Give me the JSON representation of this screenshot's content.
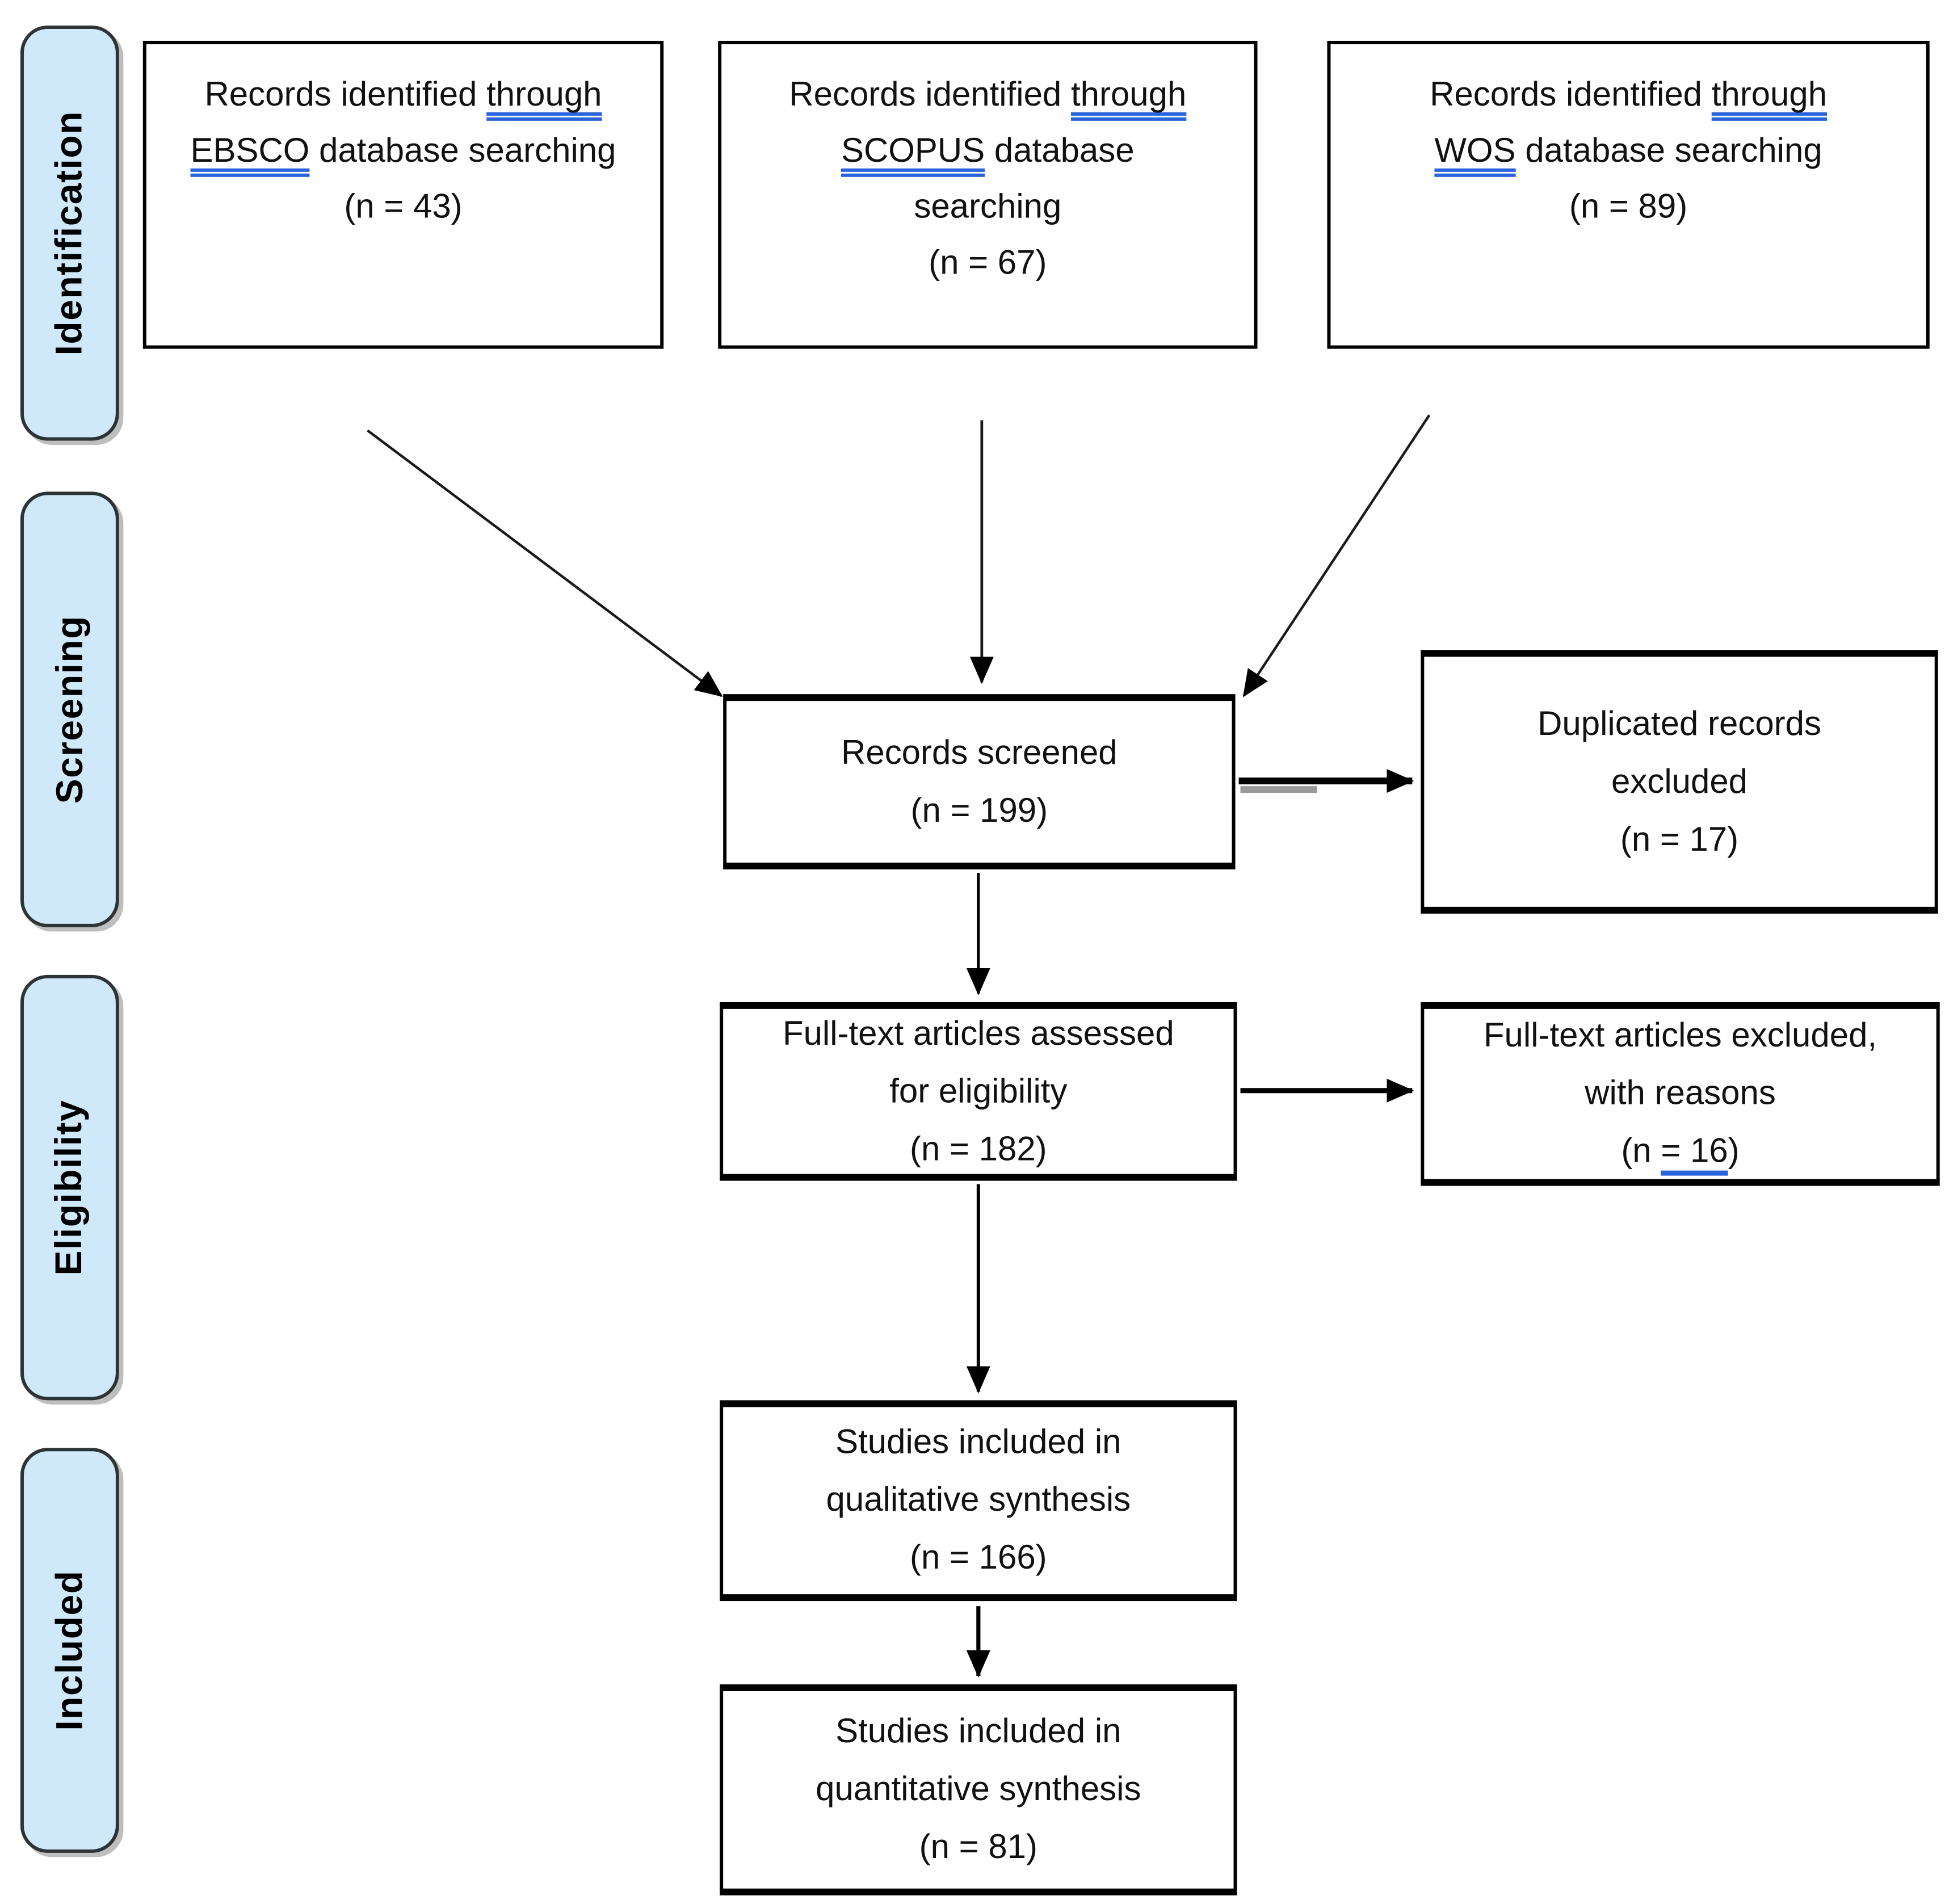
{
  "diagram_type": "prisma-flow-diagram",
  "colors": {
    "link_blue": "#2a63dc",
    "stage_fill": "#cfe9fb",
    "box_border": "#000000"
  },
  "stages": [
    {
      "id": "identification",
      "label": "Identification"
    },
    {
      "id": "screening",
      "label": "Screening"
    },
    {
      "id": "eligibility",
      "label": "Eligibility"
    },
    {
      "id": "included",
      "label": "Included"
    }
  ],
  "nodes": [
    {
      "id": "ebsco",
      "stage": "identification",
      "n": 43,
      "lines": [
        [
          {
            "t": "Records identified "
          },
          {
            "t": "through",
            "u": "double"
          }
        ],
        [
          {
            "t": "EBSCO",
            "u": "double"
          },
          {
            "t": " database searching"
          }
        ],
        [
          {
            "t": "(n = 43)"
          }
        ]
      ]
    },
    {
      "id": "scopus",
      "stage": "identification",
      "n": 67,
      "lines": [
        [
          {
            "t": "Records identified "
          },
          {
            "t": "through",
            "u": "double"
          }
        ],
        [
          {
            "t": "SCOPUS",
            "u": "double"
          },
          {
            "t": " database"
          }
        ],
        [
          {
            "t": "searching"
          }
        ],
        [
          {
            "t": "(n = 67)"
          }
        ]
      ]
    },
    {
      "id": "wos",
      "stage": "identification",
      "n": 89,
      "lines": [
        [
          {
            "t": "Records identified "
          },
          {
            "t": "through",
            "u": "double"
          }
        ],
        [
          {
            "t": "WOS",
            "u": "double"
          },
          {
            "t": " database searching"
          }
        ],
        [
          {
            "t": "(n = 89)"
          }
        ]
      ]
    },
    {
      "id": "screened",
      "stage": "screening",
      "n": 199,
      "lines": [
        [
          {
            "t": "Records screened"
          }
        ],
        [
          {
            "t": "(n = 199)"
          }
        ]
      ]
    },
    {
      "id": "duplicated",
      "stage": "screening",
      "n": 17,
      "lines": [
        [
          {
            "t": "Duplicated records"
          }
        ],
        [
          {
            "t": "excluded"
          }
        ],
        [
          {
            "t": "(n = 17)"
          }
        ]
      ]
    },
    {
      "id": "fulltext",
      "stage": "eligibility",
      "n": 182,
      "lines": [
        [
          {
            "t": "Full-text articles assessed"
          }
        ],
        [
          {
            "t": "for eligibility"
          }
        ],
        [
          {
            "t": "(n = 182)"
          }
        ]
      ]
    },
    {
      "id": "excluded",
      "stage": "eligibility",
      "n": 16,
      "lines": [
        [
          {
            "t": "Full-text articles excluded,"
          }
        ],
        [
          {
            "t": "with reasons"
          }
        ],
        [
          {
            "t": "(n "
          },
          {
            "t": "= 16",
            "u": "single"
          },
          {
            "t": ")"
          }
        ]
      ]
    },
    {
      "id": "qualitative",
      "stage": "included",
      "n": 166,
      "lines": [
        [
          {
            "t": "Studies included in"
          }
        ],
        [
          {
            "t": "qualitative synthesis"
          }
        ],
        [
          {
            "t": "(n = 166)"
          }
        ]
      ]
    },
    {
      "id": "quantitative",
      "stage": "included",
      "n": 81,
      "lines": [
        [
          {
            "t": "Studies included in"
          }
        ],
        [
          {
            "t": "quantitative synthesis"
          }
        ],
        [
          {
            "t": "(n = 81)"
          }
        ]
      ]
    }
  ],
  "edges": [
    {
      "from": "ebsco",
      "to": "screened",
      "style": "diagonal"
    },
    {
      "from": "scopus",
      "to": "screened",
      "style": "vertical"
    },
    {
      "from": "wos",
      "to": "screened",
      "style": "diagonal"
    },
    {
      "from": "screened",
      "to": "duplicated",
      "style": "horizontal"
    },
    {
      "from": "screened",
      "to": "fulltext",
      "style": "vertical"
    },
    {
      "from": "fulltext",
      "to": "excluded",
      "style": "horizontal"
    },
    {
      "from": "fulltext",
      "to": "qualitative",
      "style": "vertical"
    },
    {
      "from": "qualitative",
      "to": "quantitative",
      "style": "vertical"
    }
  ]
}
